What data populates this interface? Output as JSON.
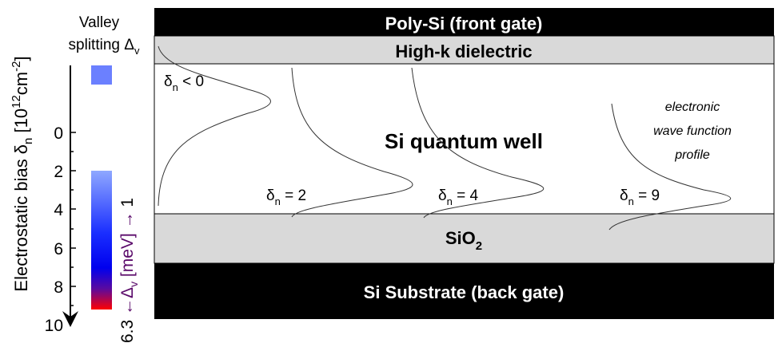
{
  "layers": {
    "front_gate": "Poly-Si (front gate)",
    "dielectric": "High-k dielectric",
    "well": "Si quantum well",
    "oxide_main": "SiO",
    "oxide_sub": "2",
    "substrate": "Si Substrate (back gate)"
  },
  "colors": {
    "black": "#000000",
    "gray": "#d9d9d9",
    "bar_top": "#8fa8ff",
    "bar_mid": "#0000ff",
    "bar_bottom": "#ff0000",
    "square": "#6b80ff"
  },
  "curves": [
    {
      "sym": "δ",
      "sub": "n",
      "rest": " < 0"
    },
    {
      "sym": "δ",
      "sub": "n",
      "rest": " = 2"
    },
    {
      "sym": "δ",
      "sub": "n",
      "rest": " = 4"
    },
    {
      "sym": "δ",
      "sub": "n",
      "rest": " = 9"
    }
  ],
  "wave_label": [
    "electronic",
    "wave function",
    "profile"
  ],
  "axis": {
    "label_main": "Electrostatic bias δ",
    "label_sub": "n",
    "label_unit": " [10",
    "label_exp1": "12",
    "label_cm": "cm",
    "label_exp2": "-2",
    "label_end": "]",
    "ticks": [
      "0",
      "2",
      "4",
      "6",
      "8",
      "10"
    ]
  },
  "valley": {
    "line1": "Valley",
    "line2": "splitting Δ",
    "line2_sub": "v"
  },
  "colorbar": {
    "max": "6.3",
    "label": " ←Δ",
    "label_sub": "v",
    "label_rest": " [meV] → ",
    "min": "1"
  }
}
